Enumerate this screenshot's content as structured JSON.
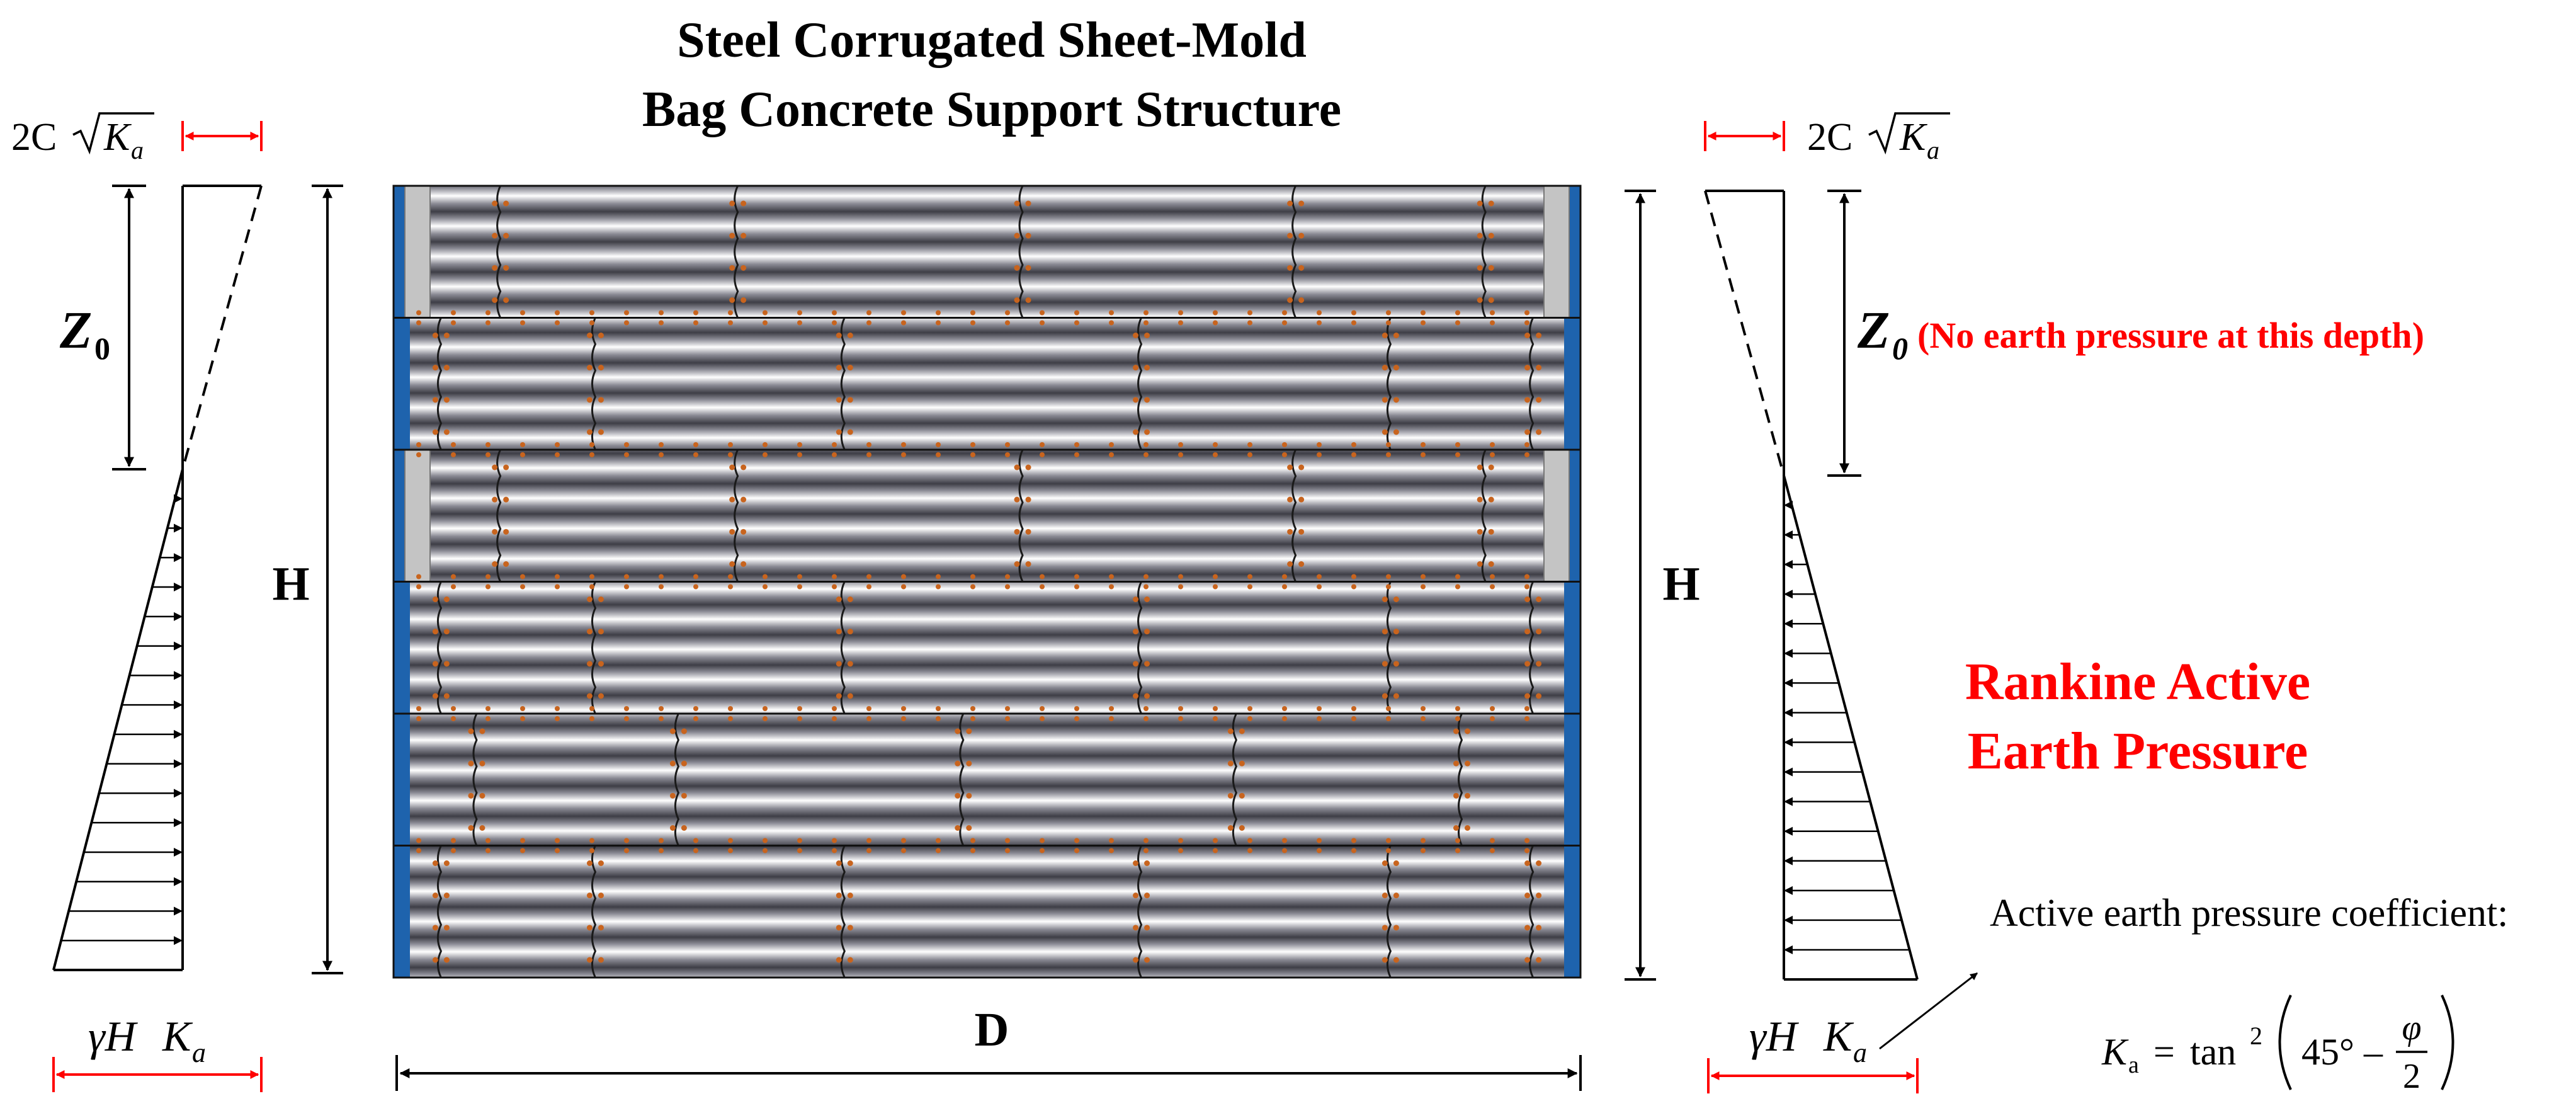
{
  "title": {
    "line1": "Steel Corrugated Sheet-Mold",
    "line2": "Bag Concrete Support Structure"
  },
  "labels": {
    "height": "H",
    "width": "D",
    "depth_note": "(No earth pressure at this depth)",
    "theory_line1": "Rankine Active",
    "theory_line2": "Earth Pressure",
    "coefficient_caption": "Active earth pressure coefficient:"
  },
  "symbols": {
    "cohesion": "2C",
    "ka_base": "K",
    "ka_sub": "a",
    "z_base": "Z",
    "z_sub": "0",
    "gamma_h": "γH",
    "formula_lhs_base": "K",
    "formula_lhs_sub": "a",
    "formula_eq": "=",
    "formula_tan": "tan",
    "formula_sq": "2",
    "formula_angle": "45° –",
    "formula_phi": "φ",
    "formula_den": "2"
  },
  "colors": {
    "dimension_red": "#ff0000",
    "text_red": "#ff0000",
    "edge_blue": "#1e63ad",
    "rivet_orange": "#c8641e",
    "line_black": "#000000"
  },
  "structure": {
    "rows": 6,
    "joints_per_row": [
      [
        0.09,
        0.29,
        0.53,
        0.76,
        0.92
      ],
      [
        0.04,
        0.17,
        0.38,
        0.63,
        0.84,
        0.96
      ],
      [
        0.09,
        0.29,
        0.53,
        0.76,
        0.92
      ],
      [
        0.04,
        0.17,
        0.38,
        0.63,
        0.84,
        0.96
      ],
      [
        0.07,
        0.24,
        0.48,
        0.71,
        0.9
      ],
      [
        0.04,
        0.17,
        0.38,
        0.63,
        0.84,
        0.96
      ]
    ],
    "grey_end_rows": [
      0,
      2
    ]
  },
  "pressure": {
    "zero_depth_fraction": 0.36,
    "left_arrow_count": 16,
    "right_arrow_count": 16
  }
}
